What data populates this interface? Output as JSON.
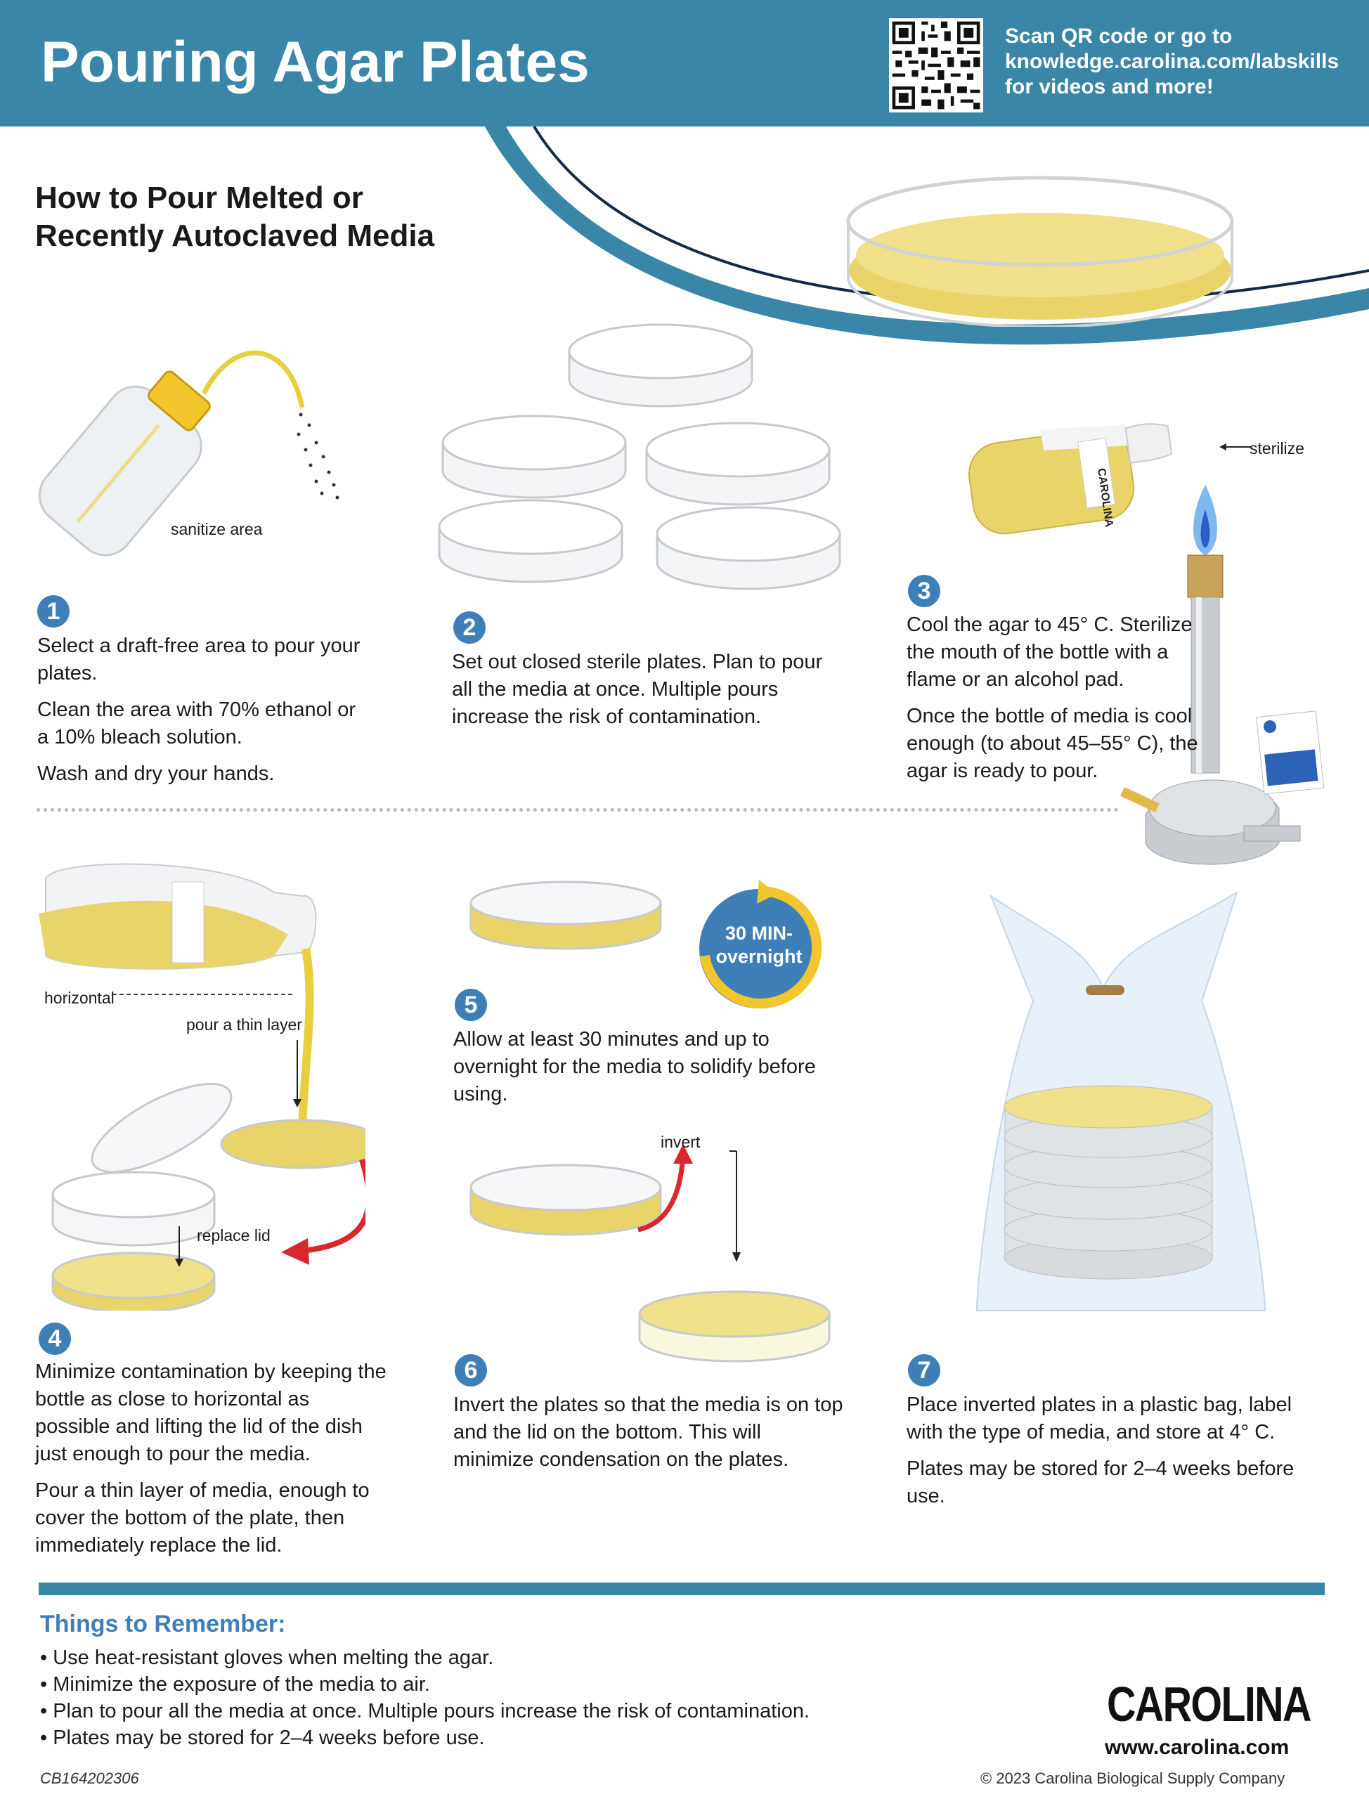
{
  "header": {
    "title": "Pouring Agar Plates",
    "scan_line1": "Scan QR code or go to",
    "scan_line2": "knowledge.carolina.com/labskills",
    "scan_line3": "for videos and more!"
  },
  "section": {
    "heading_line1": "How to Pour Melted or",
    "heading_line2": "Recently Autoclaved Media"
  },
  "colors": {
    "header_blue": "#3a86a8",
    "step_blue": "#3f7fb8",
    "agar_yellow": "#e9d46a",
    "arrow_red": "#d8282e"
  },
  "labels": {
    "sanitize_area": "sanitize area",
    "sterilize": "sterilize",
    "horizontal": "horizontal",
    "pour_thin_layer": "pour a thin layer",
    "replace_lid": "replace lid",
    "invert": "invert",
    "bottle_brand": "CAROLINA",
    "timer_line1": "30 MIN-",
    "timer_line2": "overnight"
  },
  "steps": [
    {
      "number": "1",
      "paragraphs": [
        "Select a draft-free area to pour your plates.",
        "Clean the area with 70% ethanol or a 10% bleach solution.",
        "Wash and dry your hands."
      ]
    },
    {
      "number": "2",
      "paragraphs": [
        "Set out closed sterile plates. Plan to pour all the media at once. Multiple pours increase the risk of contamination."
      ]
    },
    {
      "number": "3",
      "paragraphs": [
        "Cool the agar to 45° C. Sterilize the mouth of the bottle with a flame or an alcohol pad.",
        "Once the bottle of media is cool enough (to about 45–55° C), the agar is ready to pour."
      ]
    },
    {
      "number": "4",
      "paragraphs": [
        "Minimize contamination by keeping the bottle as close to horizontal as possible and lifting the lid of the dish just enough to pour the media.",
        "Pour a thin layer of media, enough to cover the bottom of the plate, then immediately replace the lid."
      ]
    },
    {
      "number": "5",
      "paragraphs": [
        "Allow at least 30 minutes and up to overnight for the media to solidify before using."
      ]
    },
    {
      "number": "6",
      "paragraphs": [
        "Invert the plates so that the media is on top and the lid on the bottom. This will minimize condensation on the plates."
      ]
    },
    {
      "number": "7",
      "paragraphs": [
        "Place inverted plates in a plastic bag, label with the type of media, and store at 4° C.",
        "Plates may be stored for 2–4 weeks before use."
      ]
    }
  ],
  "things_to_remember": {
    "title": "Things to Remember:",
    "items": [
      "Use heat-resistant gloves when melting the agar.",
      "Minimize the exposure of the media to air.",
      "Plan to pour all the media at once.  Multiple pours increase the risk of contamination.",
      "Plates may be stored for 2–4 weeks before use."
    ]
  },
  "footer": {
    "catalog": "CB164202306",
    "brand": "CAROLINA",
    "url": "www.carolina.com",
    "copyright": "© 2023 Carolina Biological Supply Company"
  }
}
